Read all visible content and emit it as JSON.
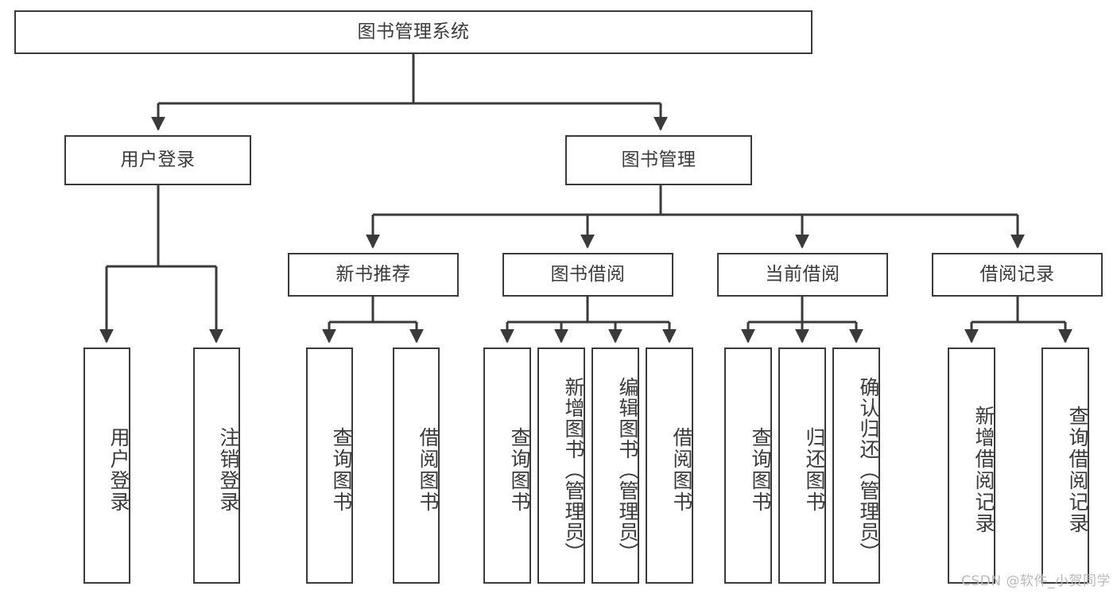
{
  "diagram": {
    "title": "图书管理系统",
    "type": "tree-hierarchy-diagram",
    "colors": {
      "stroke": "#3a3a3a",
      "fill": "#ffffff",
      "text": "#3a3a3a",
      "watermark": "#b9b9b9"
    },
    "nodes": {
      "root": {
        "label": "图书管理系统"
      },
      "level2": [
        {
          "label": "用户登录"
        },
        {
          "label": "图书管理"
        }
      ],
      "level3": [
        {
          "label": "新书推荐"
        },
        {
          "label": "图书借阅"
        },
        {
          "label": "当前借阅"
        },
        {
          "label": "借阅记录"
        }
      ],
      "leaves": {
        "user_login": [
          {
            "label": "用户登录"
          },
          {
            "label": "注销登录"
          }
        ],
        "new_book_recommend": [
          {
            "label": "查询图书"
          },
          {
            "label": "借阅图书"
          }
        ],
        "book_borrow": [
          {
            "label": "查询图书"
          },
          {
            "label": "新增图书（管理员）"
          },
          {
            "label": "编辑图书（管理员）"
          },
          {
            "label": "借阅图书"
          }
        ],
        "current_borrow": [
          {
            "label": "查询图书"
          },
          {
            "label": "归还图书"
          },
          {
            "label": "确认归还（管理员）"
          }
        ],
        "borrow_records": [
          {
            "label": "新增借阅记录"
          },
          {
            "label": "查询借阅记录"
          }
        ]
      }
    },
    "watermark": "CSDN @软件_小贺同学"
  }
}
